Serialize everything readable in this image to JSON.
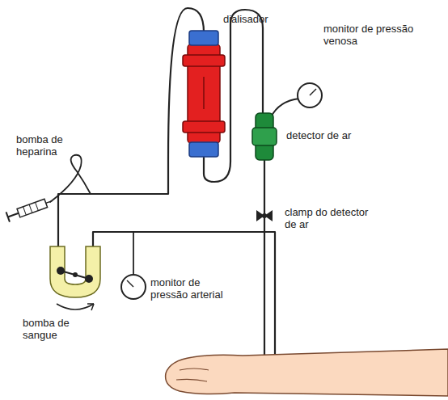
{
  "diagram": {
    "labels": [
      "dialisador",
      "monitor de pressão venosa",
      "bomba de heparina",
      "detector de ar",
      "clamp do detector de ar",
      "monitor de pressão arterial",
      "bomba de sangue"
    ]
  }
}
